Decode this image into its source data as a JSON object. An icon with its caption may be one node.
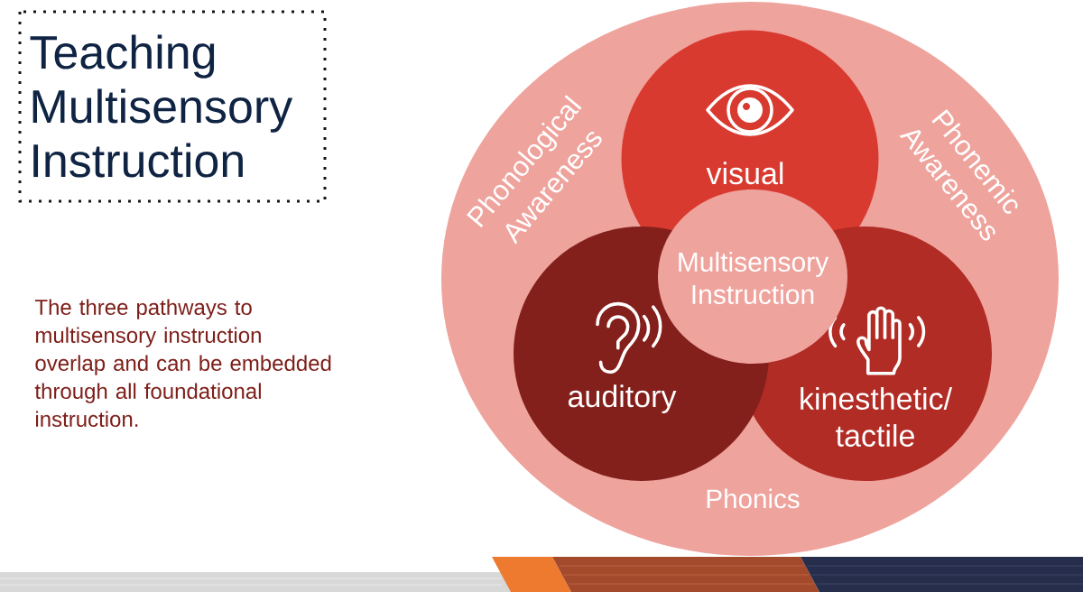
{
  "diagram": {
    "title": "Teaching Multisensory Instruction",
    "nodes": [
      {
        "text": [
          "Phonological Awareness",
          "Phonemic Awareness",
          "Phonics"
        ]
      },
      {
        "text": [
          "visual"
        ],
        "in": 0
      },
      {
        "text": [
          "Multisensory Instruction"
        ],
        "in": 0
      },
      {
        "text": [
          "auditory"
        ],
        "in": 0
      },
      {
        "text": [
          "kinesthetic/ tactile"
        ],
        "in": 0
      }
    ],
    "labels": [
      "The three pathways to multisensory instruction overlap and can be embedded through all foundational instruction."
    ]
  }
}
